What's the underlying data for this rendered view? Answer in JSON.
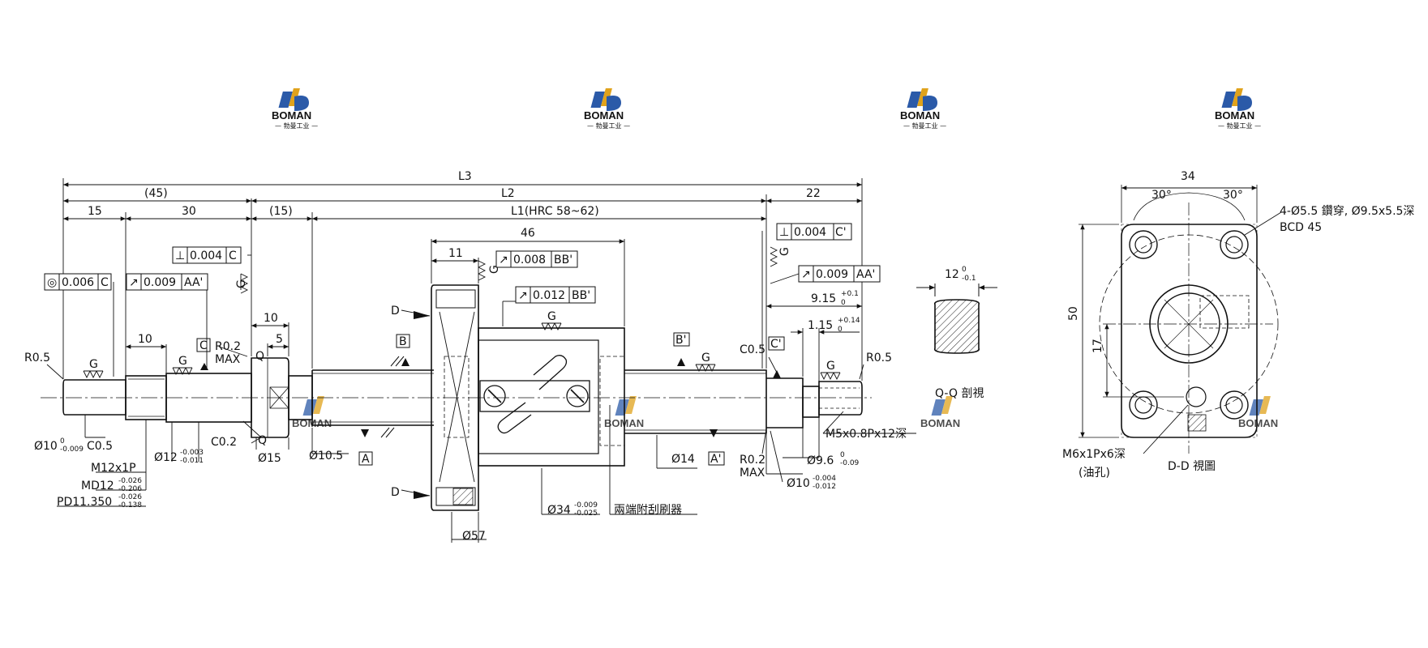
{
  "logos": {
    "brand": "BOMAN",
    "subtitle": "— 勃曼工业 —",
    "colors": {
      "blue": "#2b5aa8",
      "gold": "#e0a21b"
    }
  },
  "dims": {
    "L3": "L3",
    "d45": "(45)",
    "L2": "L2",
    "d22": "22",
    "d15": "15",
    "d30": "30",
    "d15p": "(15)",
    "L1": "L1(HRC 58~62)",
    "d46": "46",
    "d11": "11",
    "d10": "10",
    "d5": "5",
    "d10b": "10",
    "R05a": "R0.5",
    "R05b": "R0.5",
    "R02a": "R0.2",
    "MAXa": "MAX",
    "R02b": "R0.2",
    "MAXb": "MAX",
    "C05a": "C0.5",
    "C05b": "C0.5",
    "C02": "C0.2",
    "Q1": "Q",
    "Q2": "Q",
    "phi10": "Ø10",
    "phi10_tol_u": "0",
    "phi10_tol_l": "-0.009",
    "M12": "M12x1P",
    "MD12": "MD12",
    "MD12_u": "-0.026",
    "MD12_l": "-0.206",
    "PD": "PD11.350",
    "PD_u": "-0.026",
    "PD_l": "-0.138",
    "phi12": "Ø12",
    "phi12_u": "-0.003",
    "phi12_l": "-0.011",
    "phi15": "Ø15",
    "phi105": "Ø10.5",
    "phi57": "Ø57",
    "phi34": "Ø34",
    "phi34_u": "-0.009",
    "phi34_l": "-0.025",
    "wiper": "兩端附刮刷器",
    "phi14": "Ø14",
    "phi96": "Ø9.6",
    "phi96_u": "0",
    "phi96_l": "-0.09",
    "phi10r": "Ø10",
    "phi10r_u": "-0.004",
    "phi10r_l": "-0.012",
    "M5": "M5x0.8Px12深",
    "d915": "9.15",
    "d915_u": "+0.1",
    "d915_l": "0",
    "d115": "1.15",
    "d115_u": "+0.14",
    "d115_l": "0",
    "G": "G",
    "D": "D",
    "A": "A",
    "Ap": "A'",
    "B": "B",
    "Bp": "B'",
    "C": "C",
    "Cp": "C'"
  },
  "tolerances": {
    "conc": {
      "sym": "◎",
      "val": "0.006",
      "ref": "C"
    },
    "runoutAA1": {
      "sym": "↗",
      "val": "0.009",
      "ref": "AA'"
    },
    "perpC": {
      "sym": "⊥",
      "val": "0.004",
      "ref": "C"
    },
    "runoutBB1": {
      "sym": "↗",
      "val": "0.008",
      "ref": "BB'"
    },
    "runoutBB2": {
      "sym": "↗",
      "val": "0.012",
      "ref": "BB'"
    },
    "perpC2": {
      "sym": "⊥",
      "val": "0.004",
      "ref": "C'"
    },
    "runoutAA2": {
      "sym": "↗",
      "val": "0.009",
      "ref": "AA'"
    }
  },
  "qq": {
    "dim": "12",
    "dim_u": "0",
    "dim_l": "-0.1",
    "label": "Q-Q 剖視"
  },
  "dd": {
    "w": "34",
    "ang1": "30°",
    "ang2": "30°",
    "holes": "4-Ø5.5 鑽穿, Ø9.5x5.5深",
    "bcd": "BCD 45",
    "h": "50",
    "h17": "17",
    "oil": "M6x1Px6深",
    "oil2": "(油孔)",
    "label": "D-D 視圖"
  }
}
